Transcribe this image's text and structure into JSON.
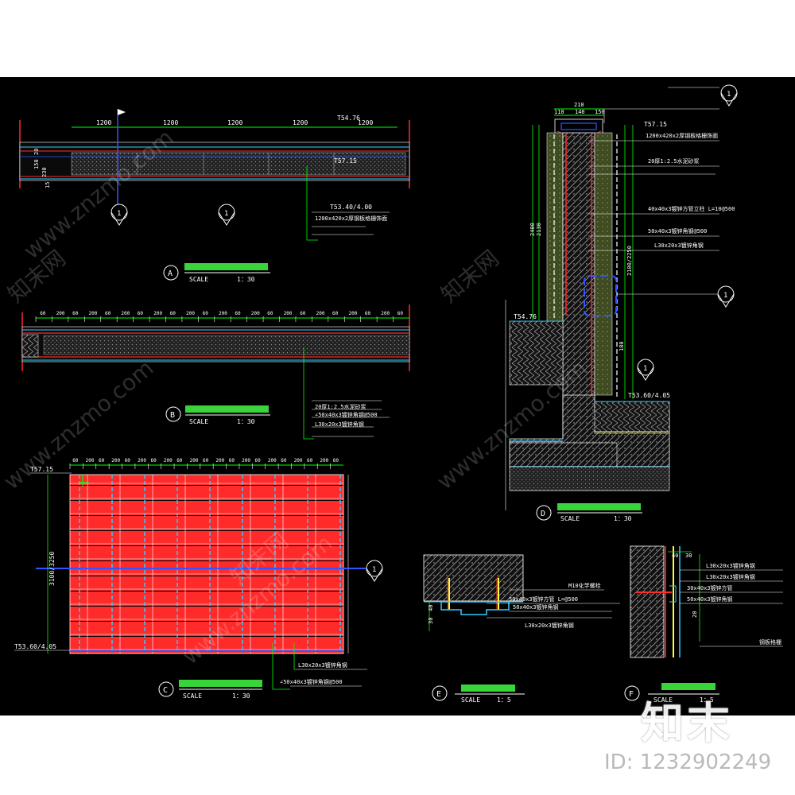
{
  "drawing": {
    "background": "#000000",
    "colors": {
      "dim": "#00ff00",
      "line": "#ffffff",
      "red": "#ff2a2a",
      "blue": "#3355ff",
      "cyan": "#33ccff",
      "yellow": "#ffff33",
      "green_fill": "#39d439",
      "moss": "#556b2f"
    },
    "labels": {
      "a": "A",
      "b": "B",
      "c": "C",
      "d": "D",
      "e": "E",
      "f": "F",
      "scale": "SCALE",
      "scale_a": "1：30",
      "scale_b": "1：30",
      "scale_c": "1：30",
      "scale_d": "1：30",
      "scale_e": "1：5",
      "scale_f": "1：5"
    },
    "plan_a": {
      "dims": [
        "1200",
        "1200",
        "1200",
        "1200",
        "1200"
      ],
      "elev_top": "T54.76",
      "elev_mid": "T57.15",
      "elev_bottom": "T53.40/4.00",
      "note": "1200x420x2厚钢板格栅饰面",
      "side_dims": [
        "20",
        "150",
        "230",
        "15"
      ],
      "callouts": [
        "1",
        "1"
      ]
    },
    "section_b": {
      "dims": [
        "60",
        "200",
        "60",
        "200",
        "60",
        "200",
        "60",
        "200",
        "60",
        "200",
        "60",
        "200",
        "60",
        "200",
        "60",
        "200",
        "60",
        "200",
        "60",
        "200",
        "60",
        "200",
        "60"
      ],
      "notes": [
        "20厚1:2.5水泥砂浆",
        "∠50x40x3镀锌角钢@500",
        "L30x20x3镀锌角钢"
      ]
    },
    "elevation_c": {
      "dims": [
        "60",
        "200",
        "60",
        "200",
        "60",
        "200",
        "60",
        "200",
        "60",
        "200",
        "60",
        "200",
        "60",
        "200",
        "60",
        "200",
        "60",
        "200",
        "60",
        "200",
        "60"
      ],
      "elev_top": "T57.15",
      "elev_bottom": "T53.60/4.05",
      "height": "3100/3250",
      "callout": "1",
      "notes": [
        "L30x20x3镀锌角钢",
        "∠50x40x3镀锌角钢@500"
      ]
    },
    "section_d": {
      "top_dims": [
        "210",
        "110",
        "140",
        "150"
      ],
      "elev_top": "T57.15",
      "elev_left": "T54.76",
      "elev_right": "T53.60/4.05",
      "heights": [
        "2400",
        "2130",
        "2100/2250",
        "180"
      ],
      "notes": [
        "1200x420x2厚钢板格栅饰面",
        "20厚1:2.5水泥砂浆",
        "40x40x3镀锌方管立柱 L=10@500",
        "50x40x3镀锌角钢@500",
        "L30x20x3镀锌角钢"
      ],
      "callouts": [
        "1",
        "1",
        "1"
      ]
    },
    "detail_e": {
      "dims": [
        "30",
        "40"
      ],
      "notes": [
        "M10化学螺栓",
        "50x40x3镀锌方管 L=@500",
        "50x40x3镀锌角钢",
        "L30x20x3镀锌角钢"
      ]
    },
    "detail_f": {
      "dims": [
        "40",
        "30",
        "20"
      ],
      "notes": [
        "L30x20x3镀锌角钢",
        "L30x20x3镀锌角钢",
        "30x40x3镀锌方管",
        "50x40x3镀锌角钢",
        "钢板格栅"
      ]
    },
    "watermark": {
      "site": "www.znzmo.com",
      "brand": "知末网",
      "logo": "知末",
      "id": "ID: 1232902249"
    }
  }
}
